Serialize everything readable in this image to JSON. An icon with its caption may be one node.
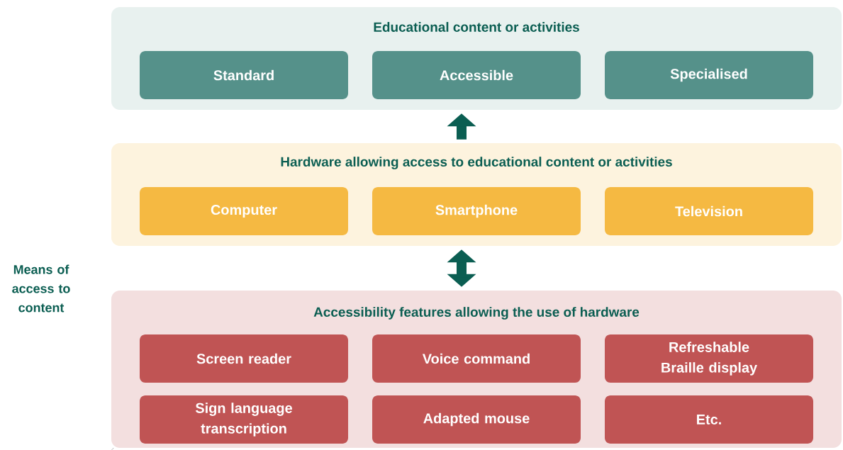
{
  "diagram": {
    "nodes": [
      {
        "text": [
          "Educational content or activities"
        ]
      },
      {
        "text": [
          "Standard"
        ],
        "in": 0
      },
      {
        "text": [
          "Accessible"
        ],
        "in": 0
      },
      {
        "text": [
          "Specialised"
        ],
        "in": 0
      },
      {
        "text": [
          "Hardware allowing access to educational content or activities"
        ]
      },
      {
        "text": [
          "Computer"
        ],
        "in": 4
      },
      {
        "text": [
          "Smartphone"
        ],
        "in": 4
      },
      {
        "text": [
          "Television"
        ],
        "in": 4
      },
      {
        "text": [
          "Accessibility features allowing the use of hardware"
        ]
      },
      {
        "text": [
          "Screen reader"
        ],
        "in": 8
      },
      {
        "text": [
          "Voice command"
        ],
        "in": 8
      },
      {
        "text": [
          "Refreshable Braille display"
        ],
        "in": 8
      },
      {
        "text": [
          "Sign language transcription"
        ],
        "in": 8
      },
      {
        "text": [
          "Adapted mouse"
        ],
        "in": 8
      },
      {
        "text": [
          "Etc."
        ],
        "in": 8
      }
    ],
    "edges": [
      {
        "from": 4,
        "to": 0,
        "arrow": "to"
      },
      {
        "from": 8,
        "to": 4,
        "arrow": "both"
      }
    ],
    "labels": [
      "Means of access to content"
    ]
  }
}
